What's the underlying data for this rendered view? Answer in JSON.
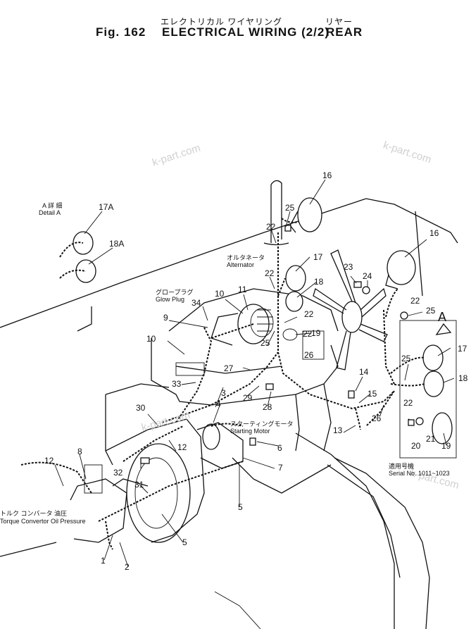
{
  "title": {
    "jp_main": "エレクトリカル ワイヤリング",
    "jp_rear": "リヤー",
    "fig": "Fig. 162",
    "main": "ELECTRICAL WIRING (2/2)",
    "rear": "REAR"
  },
  "labels": {
    "detail_jp": "A 詳 細",
    "detail_en": "Detail A",
    "alternator_jp": "オルタネータ",
    "alternator_en": "Alternator",
    "glow_jp": "グロープラグ",
    "glow_en": "Glow Plug",
    "starting_jp": "スターティングモータ",
    "starting_en": "Starting Motor",
    "torque_jp": "トルク コンバータ 油圧",
    "torque_en": "Torque Convertor Oil Pressure",
    "serial_jp": "適用号機",
    "serial_en": "Serial No. 1011~1023",
    "view_a": "A"
  },
  "watermarks": [
    "k-part.com",
    "k-part.com",
    "k-part.com",
    "k-part.com"
  ],
  "callouts": [
    {
      "id": "c16a",
      "text": "16"
    },
    {
      "id": "c16b",
      "text": "16"
    },
    {
      "id": "c17a",
      "text": "17A"
    },
    {
      "id": "c18a",
      "text": "18A"
    },
    {
      "id": "c17b",
      "text": "17"
    },
    {
      "id": "c17c",
      "text": "17"
    },
    {
      "id": "c18b",
      "text": "18"
    },
    {
      "id": "c18c",
      "text": "18"
    },
    {
      "id": "c19a",
      "text": "19"
    },
    {
      "id": "c19b",
      "text": "19"
    },
    {
      "id": "c20",
      "text": "20"
    },
    {
      "id": "c21",
      "text": "21"
    },
    {
      "id": "c22a",
      "text": "22"
    },
    {
      "id": "c22b",
      "text": "22"
    },
    {
      "id": "c22c",
      "text": "22"
    },
    {
      "id": "c22d",
      "text": "22"
    },
    {
      "id": "c22e",
      "text": "22"
    },
    {
      "id": "c22f",
      "text": "22"
    },
    {
      "id": "c23",
      "text": "23"
    },
    {
      "id": "c24",
      "text": "24"
    },
    {
      "id": "c25a",
      "text": "25"
    },
    {
      "id": "c25b",
      "text": "25"
    },
    {
      "id": "c25c",
      "text": "25"
    },
    {
      "id": "c25d",
      "text": "25"
    },
    {
      "id": "c26a",
      "text": "26"
    },
    {
      "id": "c26b",
      "text": "26"
    },
    {
      "id": "c27",
      "text": "27"
    },
    {
      "id": "c28",
      "text": "28"
    },
    {
      "id": "c29",
      "text": "29"
    },
    {
      "id": "c30",
      "text": "30"
    },
    {
      "id": "c31",
      "text": "31"
    },
    {
      "id": "c32",
      "text": "32"
    },
    {
      "id": "c33",
      "text": "33"
    },
    {
      "id": "c34",
      "text": "34"
    },
    {
      "id": "c1",
      "text": "1"
    },
    {
      "id": "c2",
      "text": "2"
    },
    {
      "id": "c3",
      "text": "3"
    },
    {
      "id": "c4",
      "text": "4"
    },
    {
      "id": "c5a",
      "text": "5"
    },
    {
      "id": "c5b",
      "text": "5"
    },
    {
      "id": "c6",
      "text": "6"
    },
    {
      "id": "c7",
      "text": "7"
    },
    {
      "id": "c8",
      "text": "8"
    },
    {
      "id": "c9",
      "text": "9"
    },
    {
      "id": "c10a",
      "text": "10"
    },
    {
      "id": "c10b",
      "text": "10"
    },
    {
      "id": "c11",
      "text": "11"
    },
    {
      "id": "c12a",
      "text": "12"
    },
    {
      "id": "c12b",
      "text": "12"
    },
    {
      "id": "c13",
      "text": "13"
    },
    {
      "id": "c14",
      "text": "14"
    },
    {
      "id": "c15",
      "text": "15"
    }
  ]
}
